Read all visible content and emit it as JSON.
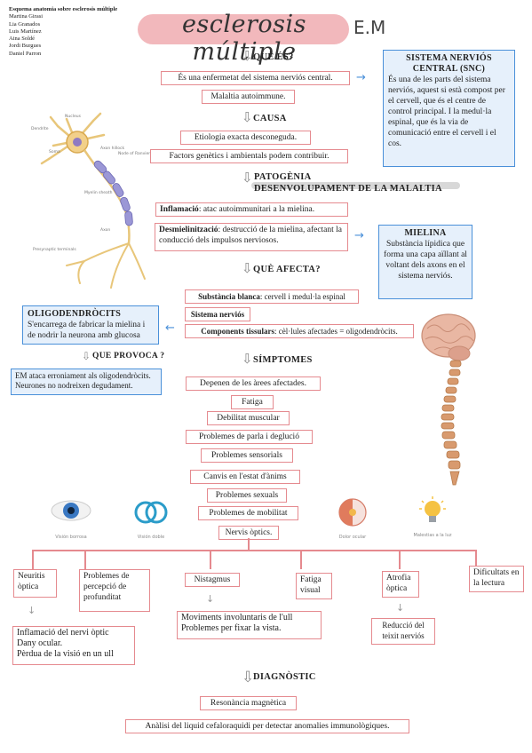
{
  "authors": {
    "title": "Esquema anatomia sobre esclerosis múltiple",
    "names": [
      "Martina Girasi",
      "Lia Granados",
      "Luis Martínez",
      "Aina Soldé",
      "Jordi Burgues",
      "Daniel Parron"
    ]
  },
  "main_title": "esclerosis múltiple",
  "main_title_abbr": "E.M",
  "que_es": {
    "heading": "QUÈ ÉS?",
    "items": [
      "És una enfermetat del sistema nerviós central.",
      "Malaltia autoimmune."
    ]
  },
  "snc": {
    "title": "SISTEMA NERVIÓS CENTRAL (SNC)",
    "text": "És una de les parts del sistema nerviós, aquest si està compost per el cervell, que és el centre de control principal. I la medul·la espinal, que és la via de comunicació entre el cervell i el cos."
  },
  "causa": {
    "heading": "CAUSA",
    "items": [
      "Etiologia exacta desconeguda.",
      "Factors genètics i ambientals podem contribuir."
    ]
  },
  "patogenia": {
    "heading1": "PATOGÈNIA",
    "heading2": "DESENVOLUPAMENT DE LA MALALTIA",
    "inflamacio_label": "Inflamació",
    "inflamacio_text": ": atac autoimmunitari a la mielina.",
    "desmie_label": "Desmielinització",
    "desmie_text": ": destrucció de la mielina, afectant la conducció dels impulsos nerviosos."
  },
  "mielina": {
    "title": "MIELINA",
    "text": "Substància lípidica que forma una capa aïllant al voltant dels axons en el sistema nerviós."
  },
  "neuron_labels": {
    "nucleus": "Nucleus",
    "dendrite": "Dendrite",
    "soma": "Soma",
    "axon_hillock": "Axon hillock",
    "node": "Node of Ranvier",
    "myelin": "Myelin sheath",
    "axon": "Axon",
    "presynaptic": "Presynaptic terminals"
  },
  "que_afecta": {
    "heading": "QUÈ AFECTA?",
    "subst_label": "Substància blanca",
    "subst_text": ": cervell i medul·la espinal",
    "sist_label": "Sistema nerviós",
    "comp_label": "Components tissulars",
    "comp_text": ": cèl·lules afectades = oligodendròcits."
  },
  "oligo": {
    "title": "OLIGODENDRÒCITS",
    "text": "S'encarrega de fabricar la mielina i de nodrir la neurona amb glucosa"
  },
  "que_provoca": {
    "heading": "QUE PROVOCA ?",
    "text": "EM ataca erroniament als oligodendròcits. Neurones no nodreixen degudament."
  },
  "simptomes": {
    "heading": "SÍMPTOMES",
    "items": [
      "Depenen de les àrees afectades.",
      "Fatiga",
      "Debilitat muscular",
      "Problemes de parla i deglució",
      "Problemes sensorials",
      "Canvis en l'estat d'ànims",
      "Problemes sexuals",
      "Problemes de mobilitat",
      "Nervis òptics."
    ]
  },
  "icons": {
    "vision_borrosa": "Visión borrosa",
    "vision_doble": "Visión doble",
    "dolor_ocular": "Dolor ocular",
    "malestias_luz": "Malestias a la luz"
  },
  "optic": {
    "neuritis": "Neuritis òptica",
    "neuritis_desc": [
      "Inflamació del nervi òptic",
      "Dany ocular.",
      "Pèrdua de la visió en un ull"
    ],
    "percepcio": "Problemes de percepció de profunditat",
    "nistagmus": "Nistagmus",
    "nistagmus_desc": [
      "Moviments involuntaris de l'ull",
      "Problemes per fixar la vista."
    ],
    "fatiga": "Fatiga visual",
    "atrofia": "Atrofia òptica",
    "atrofia_desc": "Reducció del teixit nerviós",
    "dificultats": "Dificultats en la lectura"
  },
  "diagnostic": {
    "heading": "DIAGNÒSTIC",
    "items": [
      "Resonància magnètica",
      "Anàlisi del liquid cefaloraquidi per detectar anomalies immunològiques."
    ]
  },
  "colors": {
    "accent_red": "#e58a8f",
    "blue_border": "#4a90d9",
    "blue_fill": "#e6f0fb",
    "highlight_pink": "#f2b8bc"
  }
}
